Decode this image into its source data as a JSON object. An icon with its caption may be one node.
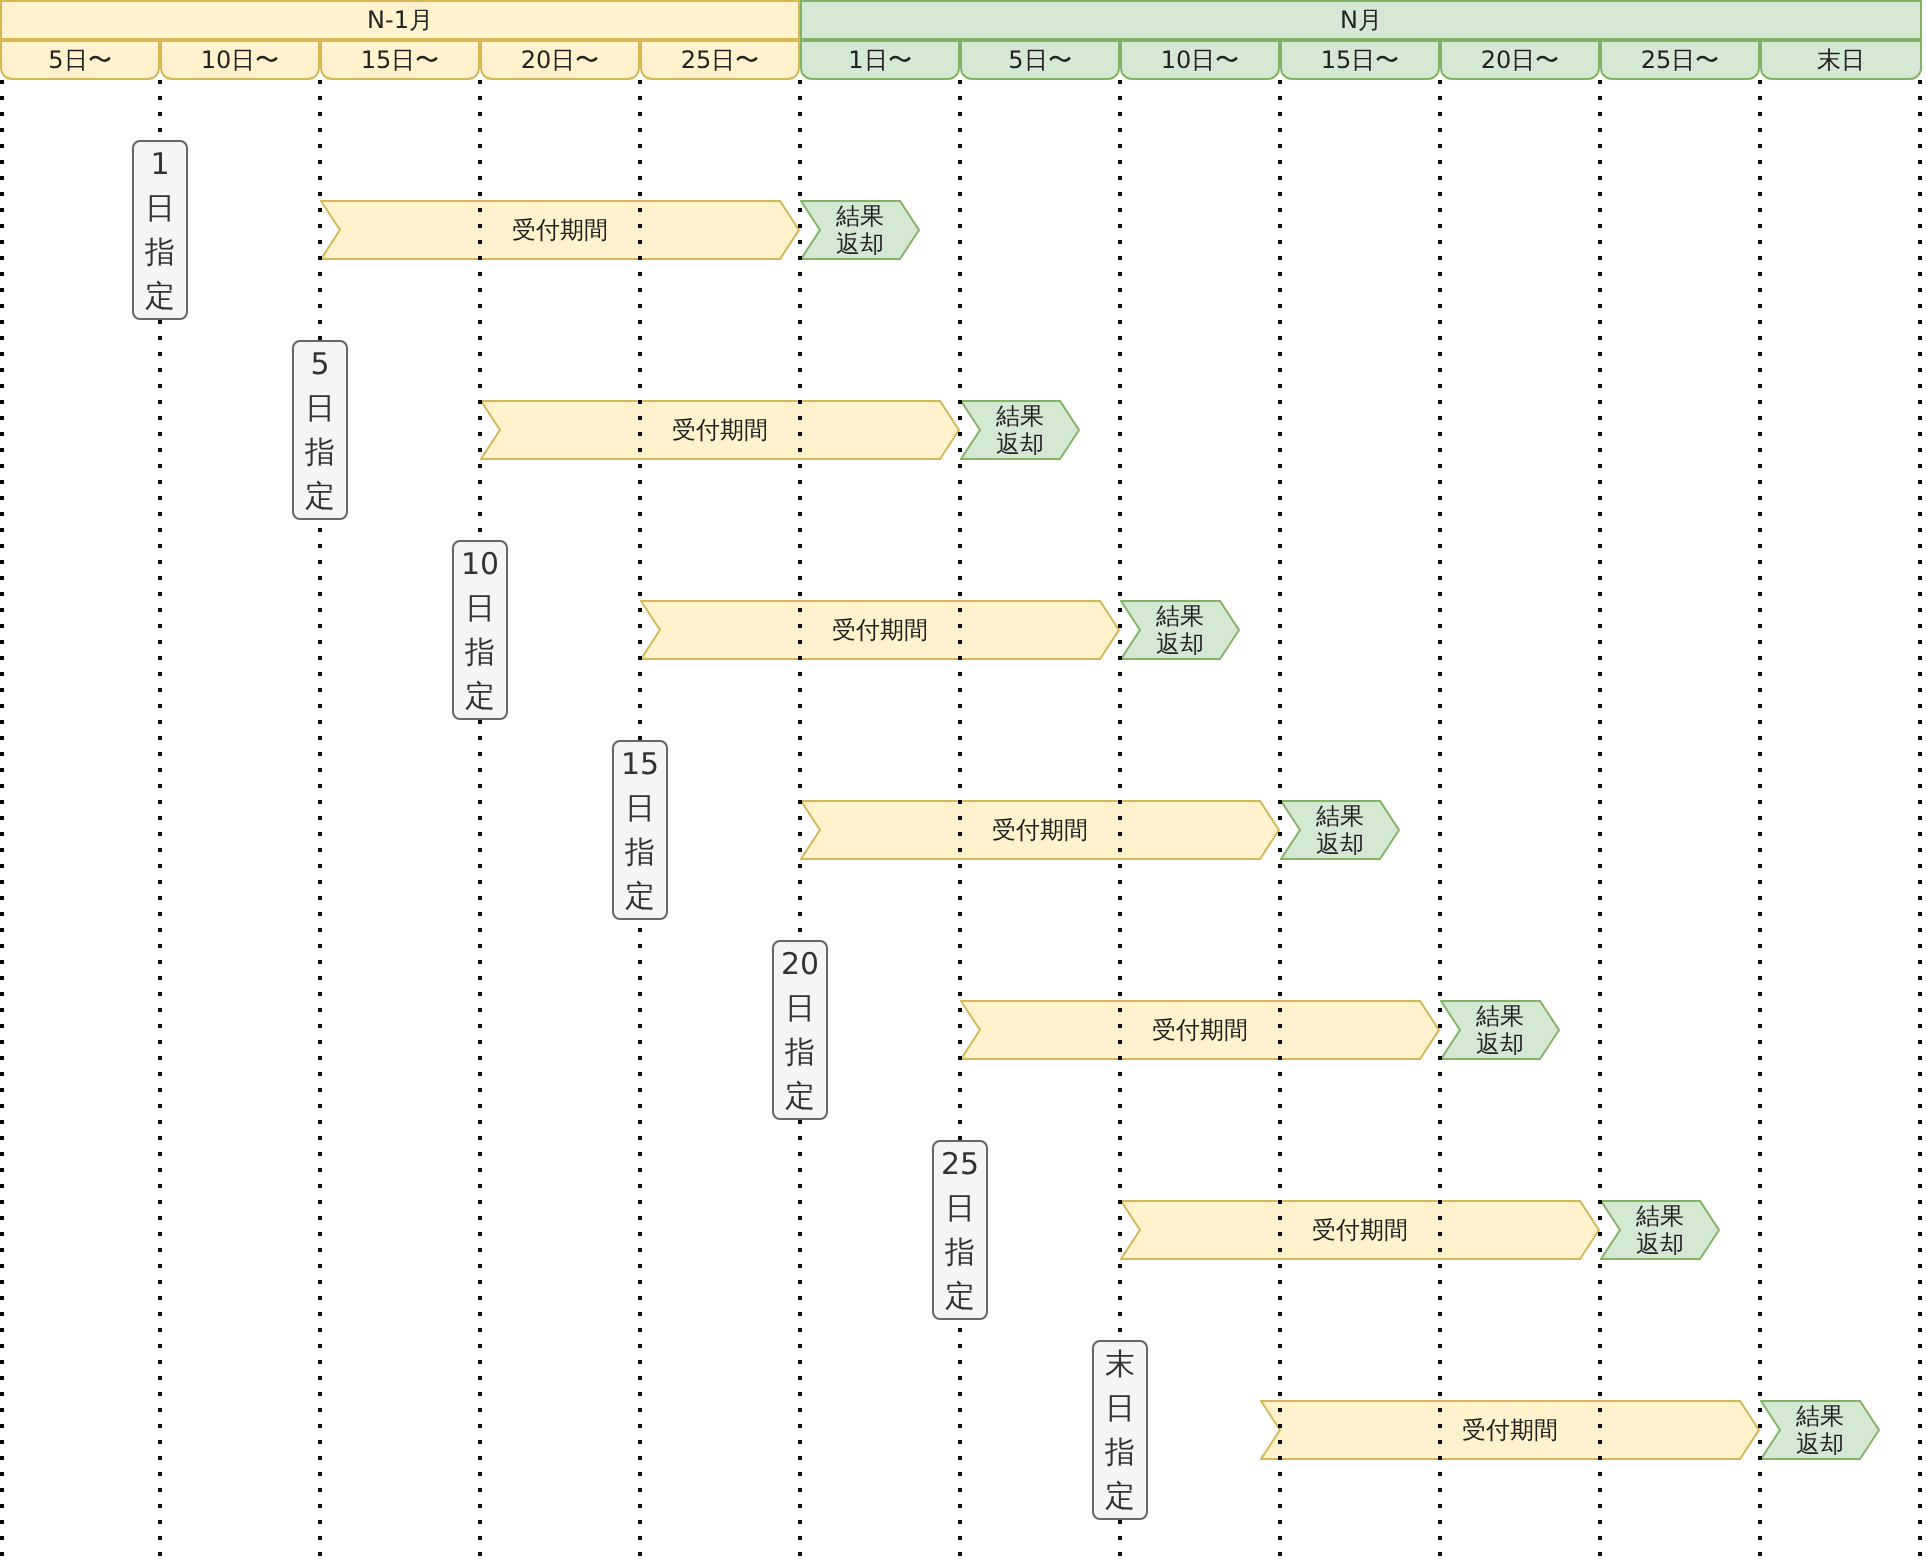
{
  "diagram": {
    "nodes": [
      {
        "text": [
          "N-1月"
        ]
      },
      {
        "text": [
          "N月"
        ]
      },
      {
        "text": [
          "5日〜"
        ]
      },
      {
        "text": [
          "10日〜"
        ]
      },
      {
        "text": [
          "15日〜"
        ]
      },
      {
        "text": [
          "20日〜"
        ]
      },
      {
        "text": [
          "25日〜"
        ]
      },
      {
        "text": [
          "1日〜"
        ]
      },
      {
        "text": [
          "5日〜"
        ]
      },
      {
        "text": [
          "10日〜"
        ]
      },
      {
        "text": [
          "15日〜"
        ]
      },
      {
        "text": [
          "20日〜"
        ]
      },
      {
        "text": [
          "25日〜"
        ]
      },
      {
        "text": [
          "末日"
        ]
      },
      {
        "text": [
          "1日指定"
        ]
      },
      {
        "text": [
          "受付期間"
        ]
      },
      {
        "text": [
          "結果返却"
        ]
      },
      {
        "text": [
          "5日指定"
        ]
      },
      {
        "text": [
          "受付期間"
        ]
      },
      {
        "text": [
          "結果返却"
        ]
      },
      {
        "text": [
          "10日指定"
        ]
      },
      {
        "text": [
          "受付期間"
        ]
      },
      {
        "text": [
          "結果返却"
        ]
      },
      {
        "text": [
          "15日指定"
        ]
      },
      {
        "text": [
          "受付期間"
        ]
      },
      {
        "text": [
          "結果返却"
        ]
      },
      {
        "text": [
          "20日指定"
        ]
      },
      {
        "text": [
          "受付期間"
        ]
      },
      {
        "text": [
          "結果返却"
        ]
      },
      {
        "text": [
          "25日指定"
        ]
      },
      {
        "text": [
          "受付期間"
        ]
      },
      {
        "text": [
          "結果返却"
        ]
      },
      {
        "text": [
          "末日指定"
        ]
      },
      {
        "text": [
          "受付期間"
        ]
      },
      {
        "text": [
          "結果返却"
        ]
      }
    ]
  }
}
